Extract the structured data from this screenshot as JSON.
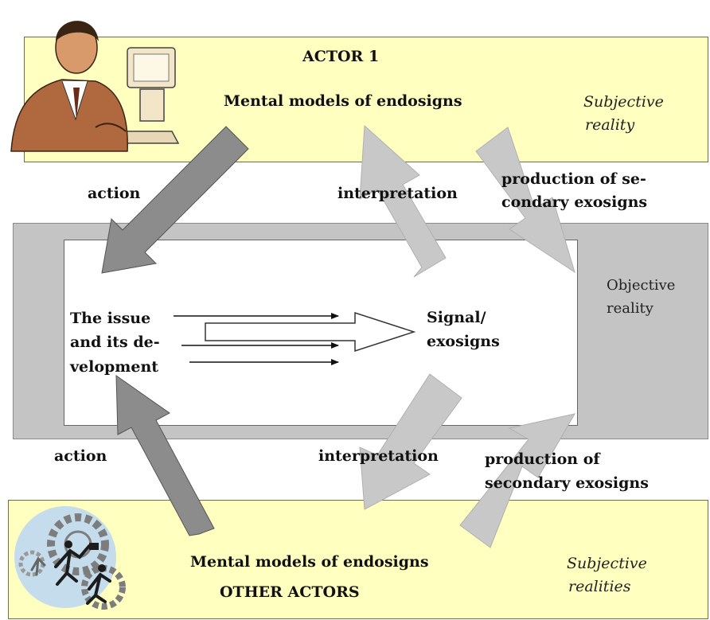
{
  "top_panel": {
    "actor_label": "ACTOR 1",
    "models_label": "Mental models of endosigns",
    "reality_line1": "Subjective",
    "reality_line2": "reality"
  },
  "middle_gap": {
    "action_top": "action",
    "interpretation_top": "interpretation",
    "production_top_line1": "production of se-",
    "production_top_line2": "condary exosigns"
  },
  "center_panel": {
    "issue_line1": "The issue",
    "issue_line2": "and its de-",
    "issue_line3": "velopment",
    "signal_line1": "Signal/",
    "signal_line2": "exosigns",
    "objective_line1": "Objective",
    "objective_line2": "reality"
  },
  "lower_gap": {
    "action_bottom": "action",
    "interpretation_bottom": "interpretation",
    "production_bottom_line1": "production of",
    "production_bottom_line2": "secondary exosigns"
  },
  "bottom_panel": {
    "models_label": "Mental models of endosigns",
    "actors_label": "OTHER ACTORS",
    "reality_line1": "Subjective",
    "reality_line2": "realities"
  },
  "colors": {
    "panel_yellow": "#ffffc0",
    "panel_gray": "#c4c4c4",
    "arrow_dark": "#8c8c8c",
    "arrow_light": "#c8c8c8"
  },
  "icons": {
    "top_clipart": "businessman-at-computer-icon",
    "bottom_clipart": "businessmen-on-gears-icon"
  }
}
